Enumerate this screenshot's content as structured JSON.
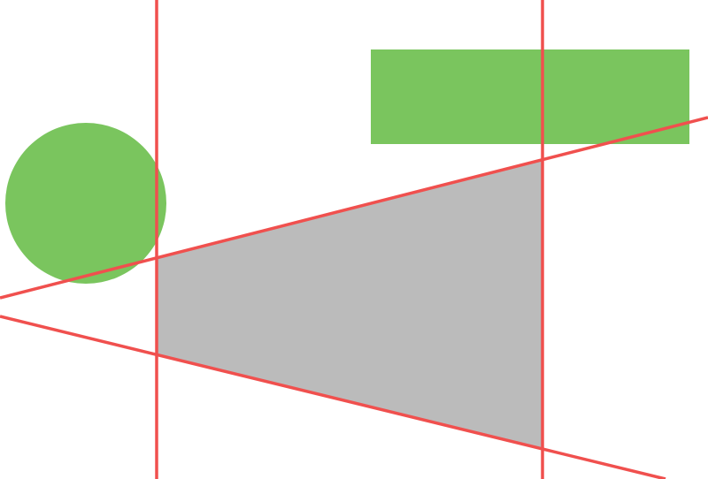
{
  "colors": {
    "background": "#ffffff",
    "shape_fill_green": "#7ac55e",
    "shape_fill_gray": "#bbbbbb",
    "line_red": "#f0504e"
  },
  "shapes": {
    "circle": {
      "kind": "circle",
      "fill": "#7ac55e"
    },
    "rectangle": {
      "kind": "rectangle",
      "fill": "#7ac55e"
    },
    "trapezoid": {
      "kind": "quadrilateral",
      "fill": "#bbbbbb"
    }
  },
  "lines": {
    "count": 4,
    "color": "#f0504e",
    "orientations": [
      "vertical",
      "vertical",
      "diagonal-rising",
      "diagonal-falling"
    ]
  }
}
